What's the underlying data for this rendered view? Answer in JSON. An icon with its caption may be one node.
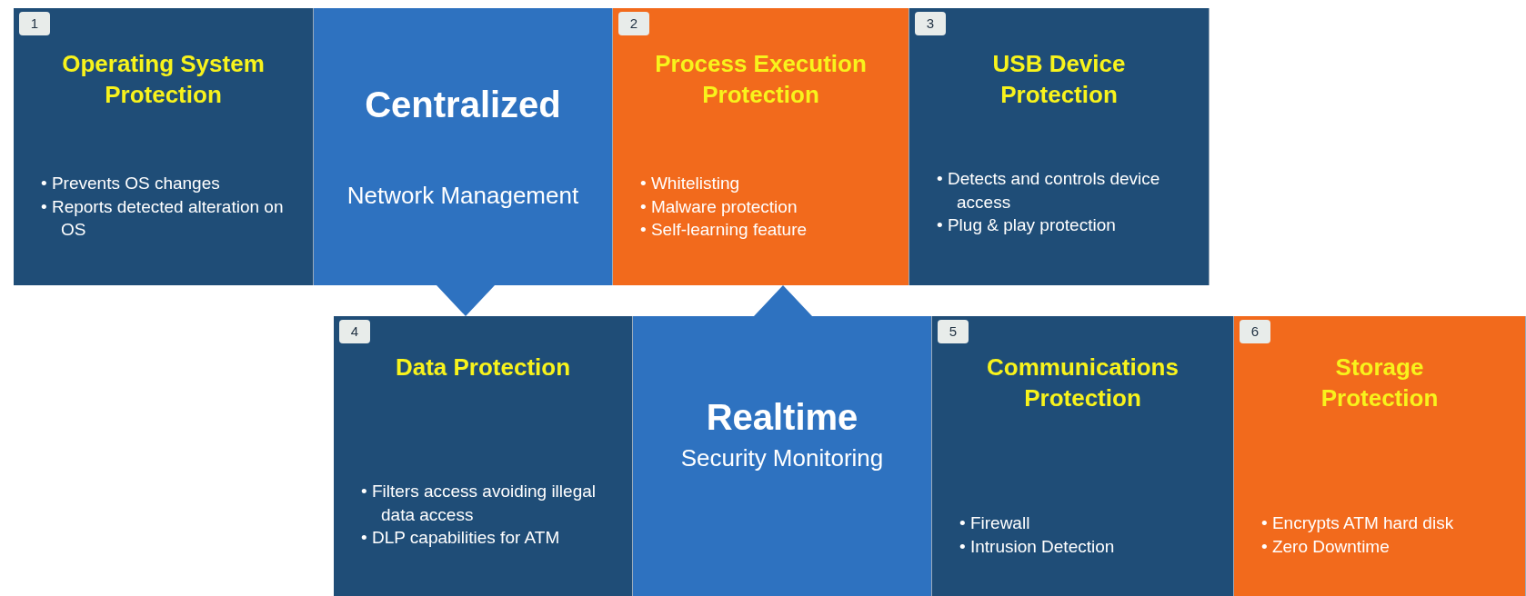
{
  "diagram": {
    "nodes": [
      {
        "text": [
          "Operating System Protection",
          "• Prevents OS changes",
          "• Reports detected alteration on OS"
        ]
      },
      {
        "text": [
          "1"
        ],
        "in": 0
      },
      {
        "text": [
          "Centralized",
          "Network Management"
        ]
      },
      {
        "text": [
          "Process Execution Protection",
          "• Whitelisting",
          "• Malware protection",
          "• Self-learning feature"
        ]
      },
      {
        "text": [
          "2"
        ],
        "in": 3
      },
      {
        "text": [
          "USB Device Protection",
          "• Detects and controls device access",
          "• Plug & play protection"
        ]
      },
      {
        "text": [
          "3"
        ],
        "in": 5
      },
      {
        "text": [
          "Data Protection",
          "• Filters access avoiding illegal data access",
          "• DLP capabilities for ATM"
        ]
      },
      {
        "text": [
          "4"
        ],
        "in": 7
      },
      {
        "text": [
          "Realtime",
          "Security Monitoring"
        ]
      },
      {
        "text": [
          "Communications Protection",
          "• Firewall",
          "• Intrusion Detection"
        ]
      },
      {
        "text": [
          "5"
        ],
        "in": 10
      },
      {
        "text": [
          "Storage Protection",
          "• Encrypts ATM hard disk",
          "• Zero Downtime"
        ]
      },
      {
        "text": [
          "6"
        ],
        "in": 12
      }
    ],
    "edges": []
  }
}
